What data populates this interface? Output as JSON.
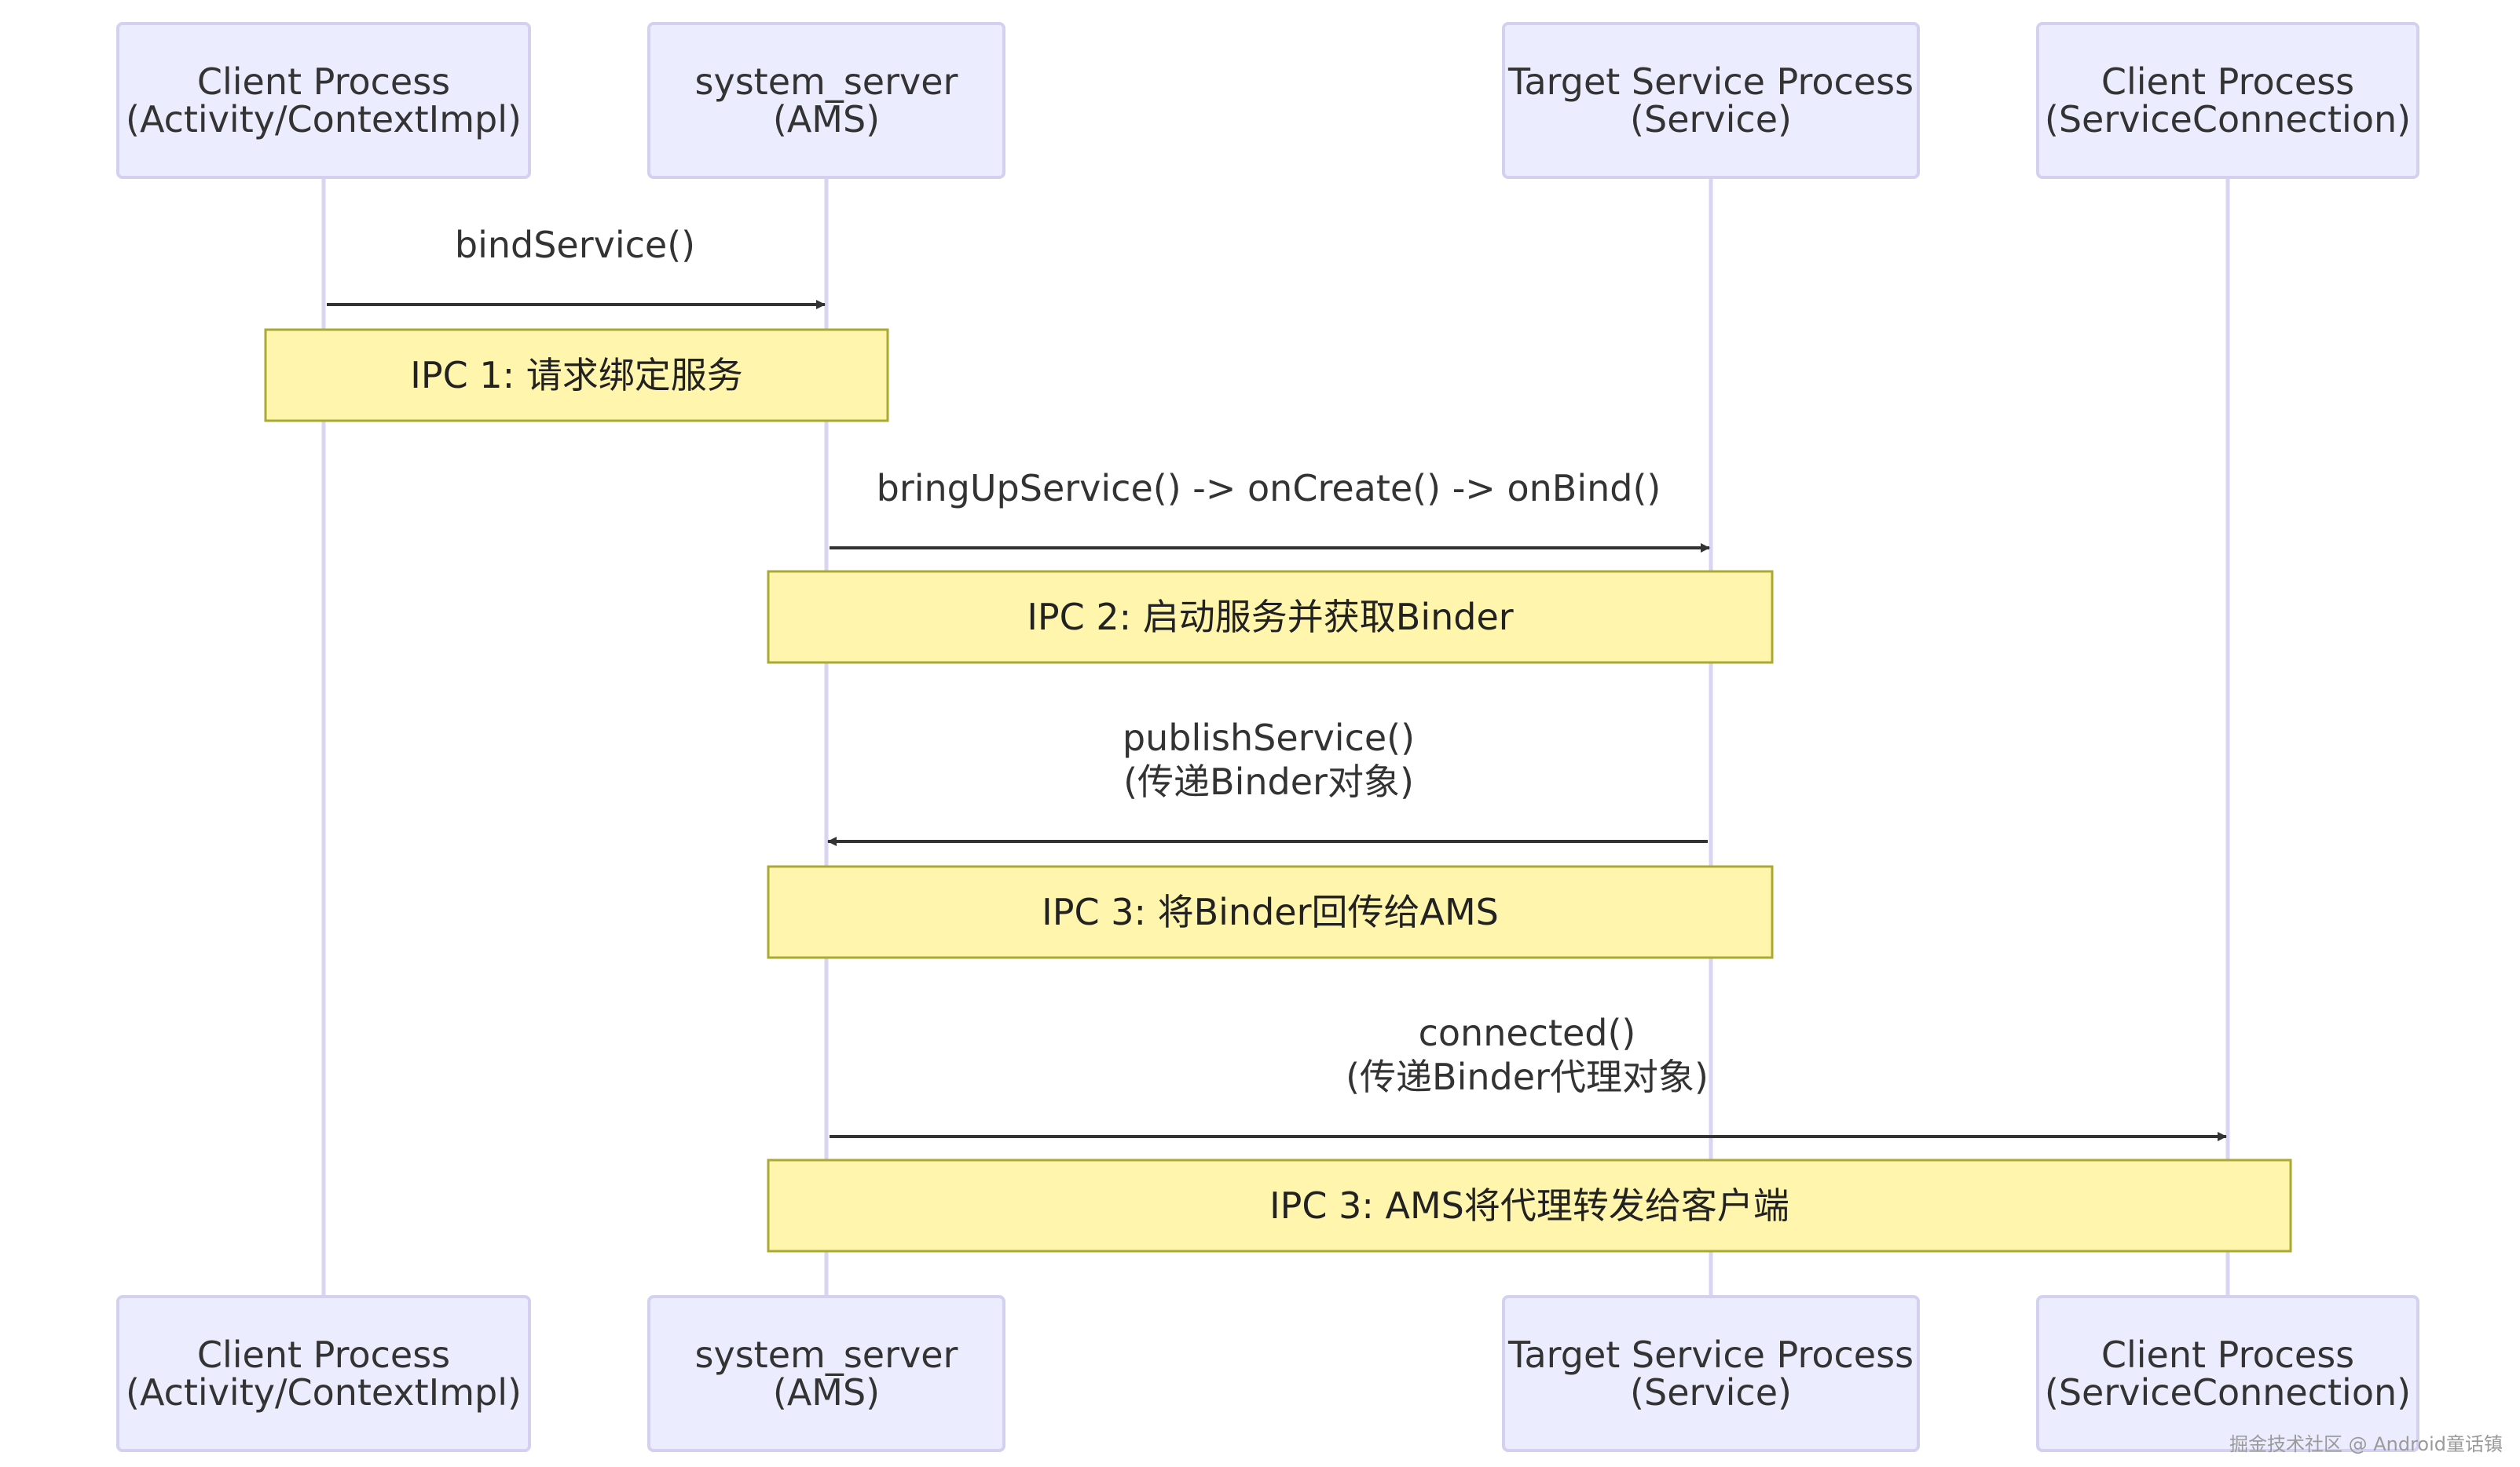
{
  "participants": [
    {
      "id": "client",
      "line1": "Client Process",
      "line2": "(Activity/ContextImpl)"
    },
    {
      "id": "ams",
      "line1": "system_server",
      "line2": "(AMS)"
    },
    {
      "id": "target",
      "line1": "Target Service Process",
      "line2": "(Service)"
    },
    {
      "id": "client2",
      "line1": "Client Process",
      "line2": "(ServiceConnection)"
    }
  ],
  "messages": [
    {
      "from": "client",
      "to": "ams",
      "lines": [
        "bindService()"
      ]
    },
    {
      "from": "ams",
      "to": "target",
      "lines": [
        "bringUpService() -> onCreate() -> onBind()"
      ]
    },
    {
      "from": "target",
      "to": "ams",
      "lines": [
        "publishService()",
        "(传递Binder对象)"
      ]
    },
    {
      "from": "ams",
      "to": "client2",
      "lines": [
        "connected()",
        "(传递Binder代理对象)"
      ]
    }
  ],
  "notes": [
    {
      "over": [
        "client",
        "ams"
      ],
      "text": "IPC 1: 请求绑定服务"
    },
    {
      "over": [
        "ams",
        "target"
      ],
      "text": "IPC 2: 启动服务并获取Binder"
    },
    {
      "over": [
        "ams",
        "target"
      ],
      "text": "IPC 3: 将Binder回传给AMS"
    },
    {
      "over": [
        "ams",
        "client2"
      ],
      "text": "IPC 3: AMS将代理转发给客户端"
    }
  ],
  "watermark": "掘金技术社区 @ Android童话镇",
  "colors": {
    "actor_fill": "#ECECFF",
    "actor_stroke": "#D4D0F0",
    "lifeline": "#D8D4F2",
    "note_fill": "#FFF5AD",
    "note_stroke": "#AAAA33",
    "arrow": "#333333",
    "text": "#333333"
  }
}
